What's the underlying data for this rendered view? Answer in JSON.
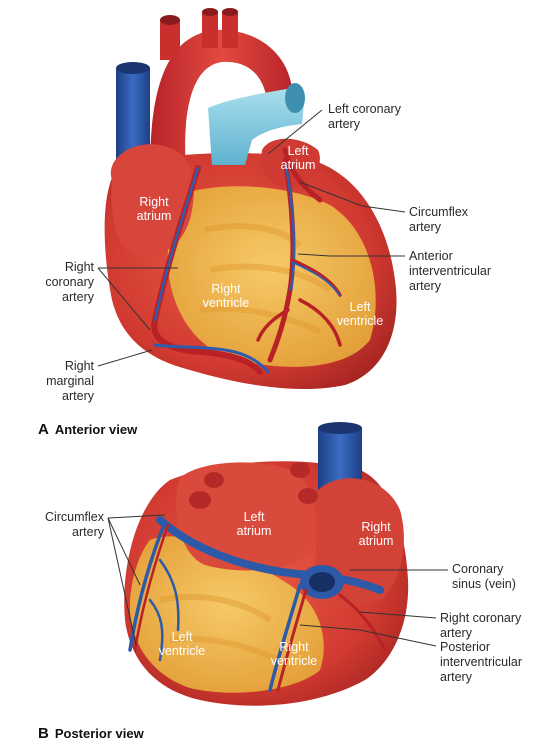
{
  "panel_a": {
    "letter": "A",
    "caption": "Anterior view",
    "inner_labels": {
      "right_atrium": "Right\natrium",
      "left_atrium": "Left\natrium",
      "right_ventricle": "Right\nventricle",
      "left_ventricle": "Left\nventricle"
    },
    "callouts": {
      "left_coronary_artery": "Left coronary\nartery",
      "circumflex_artery": "Circumflex\nartery",
      "anterior_interventricular_artery": "Anterior\ninterventricular\nartery",
      "right_coronary_artery": "Right\ncoronary\nartery",
      "right_marginal_artery": "Right\nmarginal\nartery"
    }
  },
  "panel_b": {
    "letter": "B",
    "caption": "Posterior view",
    "inner_labels": {
      "left_atrium": "Left\natrium",
      "right_atrium": "Right\natrium",
      "left_ventricle": "Left\nventricle",
      "right_ventricle": "Right\nventricle"
    },
    "callouts": {
      "circumflex_artery": "Circumflex\nartery",
      "coronary_sinus": "Coronary\nsinus (vein)",
      "right_coronary_artery": "Right coronary\nartery",
      "posterior_interventricular_artery": "Posterior\ninterventricular\nartery"
    }
  },
  "colors": {
    "muscle": "#d9443a",
    "fat": "#f2c24a",
    "artery": "#c8282b",
    "vein": "#2d5aa8",
    "pulmonary_trunk": "#8fd0e3",
    "leader": "#333333"
  }
}
